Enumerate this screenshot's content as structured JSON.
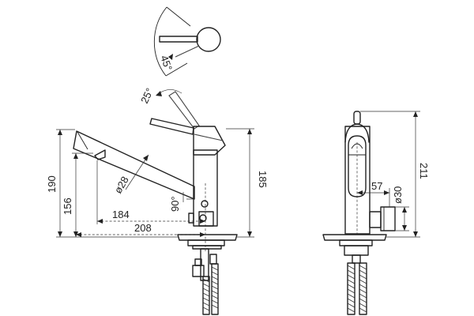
{
  "dimensions": {
    "swing_angle": "45°",
    "lever_angle": "25°",
    "spout_angle": "90°",
    "spout_diameter": "ø28",
    "height_190": "190",
    "height_156": "156",
    "height_185": "185",
    "reach_184": "184",
    "reach_208": "208",
    "side_width_57": "57",
    "side_diameter_30": "ø30",
    "side_height_211": "211"
  },
  "colors": {
    "line": "#222222",
    "background": "#ffffff"
  }
}
